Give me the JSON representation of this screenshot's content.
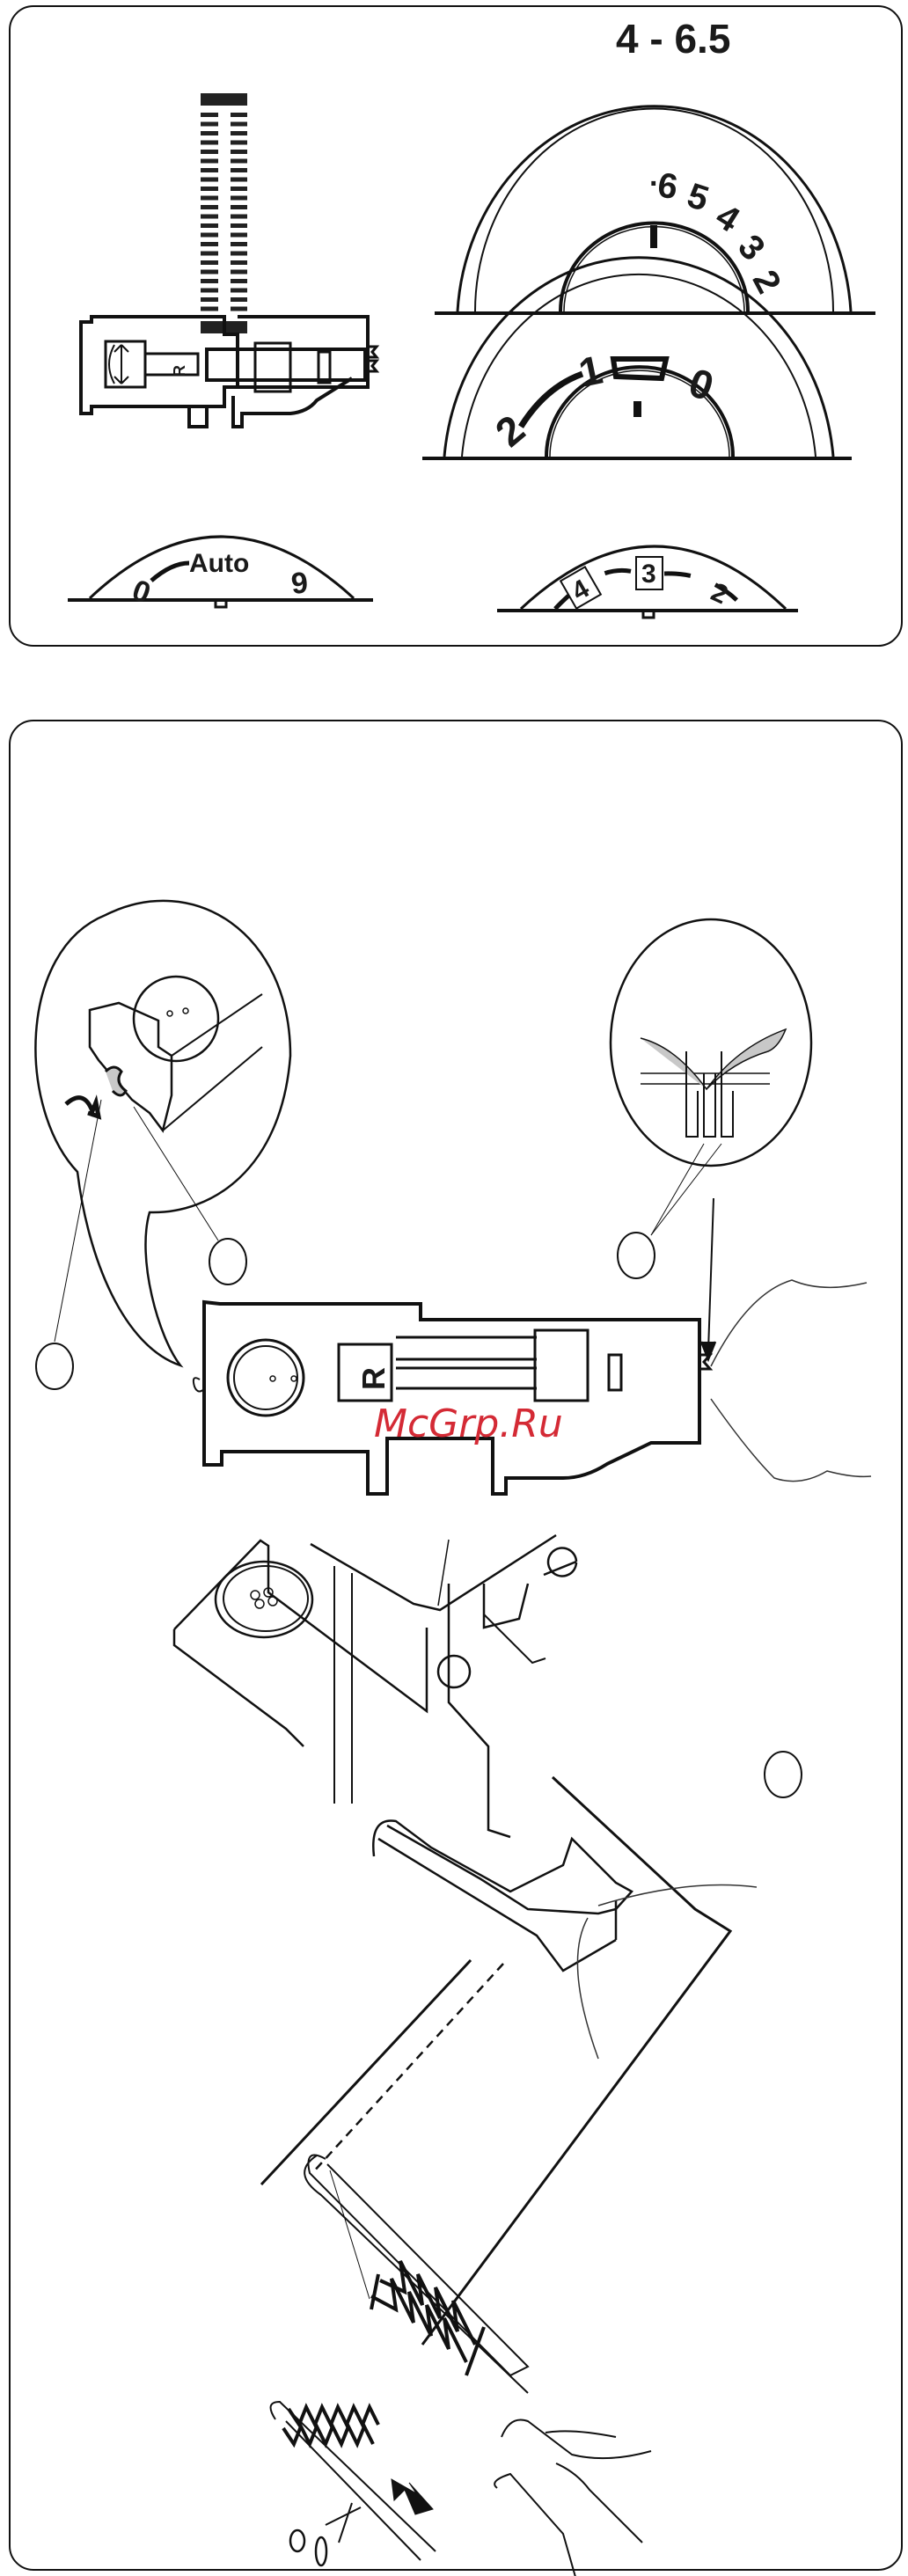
{
  "panel1": {
    "stitch_width_range": "4 - 6.5",
    "width_dial": {
      "marks": [
        "6",
        "5",
        "4",
        "3",
        "2"
      ],
      "dot_mark": "·"
    },
    "tension_dial": {
      "marks": [
        "2",
        "1",
        "0"
      ]
    },
    "stitch_length_dial": {
      "center_label": "Auto",
      "left_mark": "0",
      "right_mark": "9"
    },
    "balance_dial": {
      "marks": [
        "4",
        "3",
        "2"
      ],
      "boxed_marks": [
        "4",
        "3"
      ]
    },
    "foot_marking": "R"
  },
  "panel2": {
    "foot_marking": "R",
    "watermark": "McGrp.Ru",
    "callouts": [
      "",
      "",
      "",
      ""
    ]
  },
  "colors": {
    "line": "#111111",
    "watermark": "#d42a35",
    "thread_fill": "#c8c8c8"
  }
}
